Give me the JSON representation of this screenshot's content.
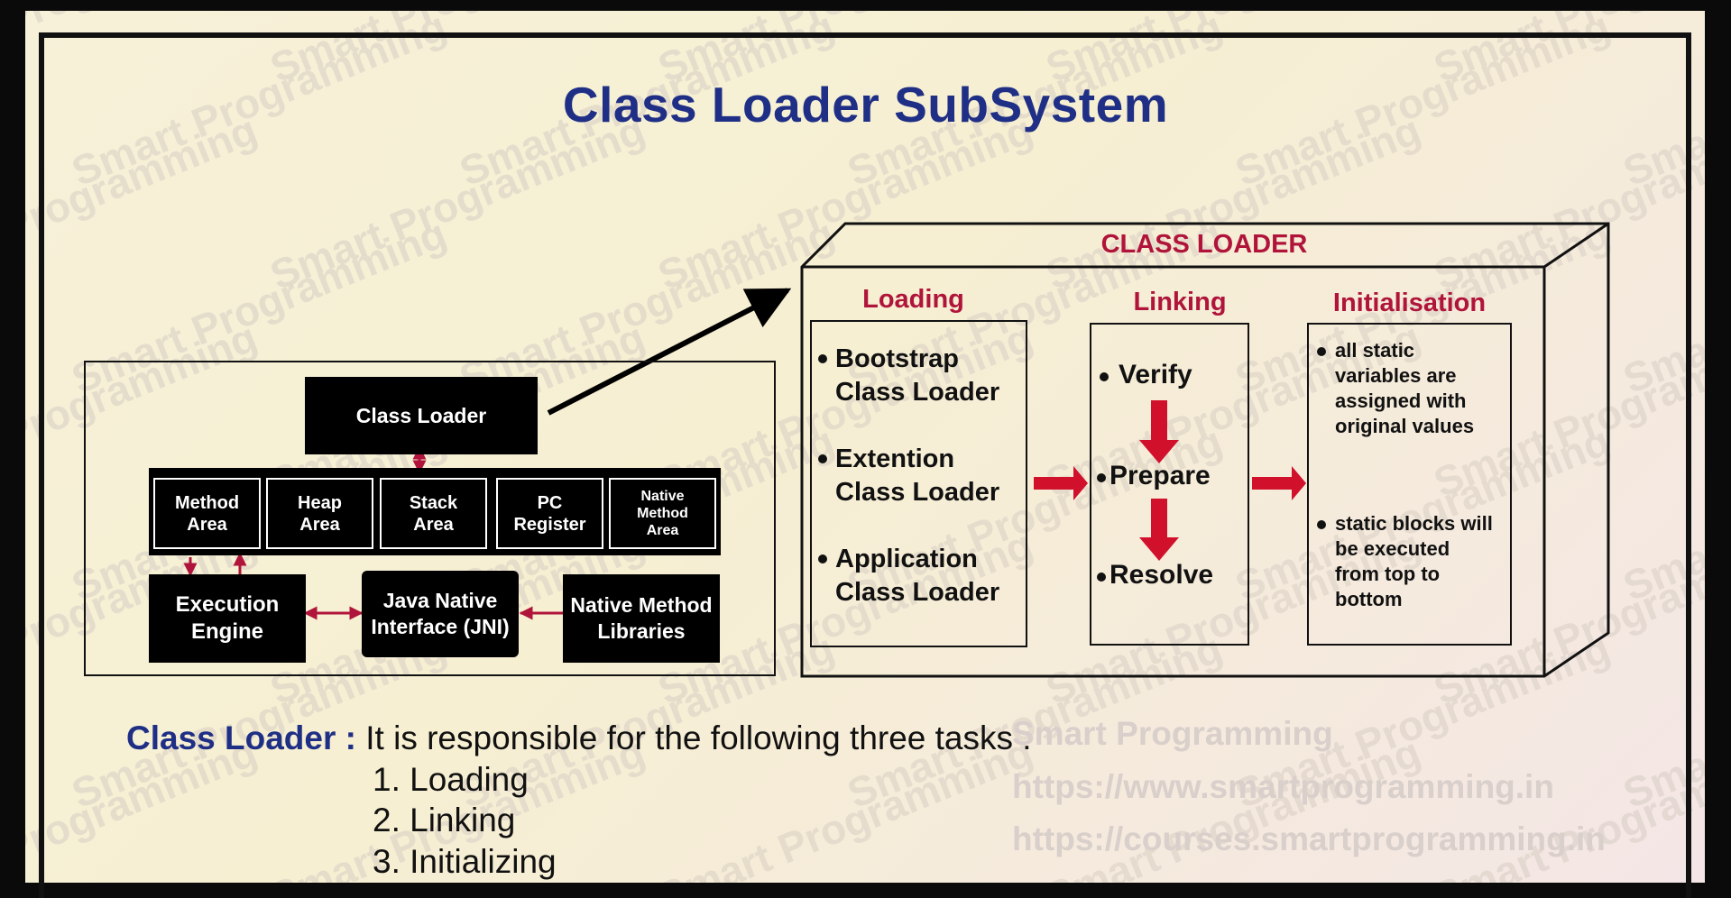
{
  "title": "Class Loader SubSystem",
  "jvm": {
    "class_loader": "Class Loader",
    "areas": [
      "Method\nArea",
      "Heap\nArea",
      "Stack\nArea",
      "PC\nRegister",
      "Native\nMethod\nArea"
    ],
    "execution_engine": "Execution\nEngine",
    "jni": "Java Native\nInterface (JNI)",
    "native_libraries": "Native Method\nLibraries"
  },
  "class_loader_box": {
    "heading": "CLASS LOADER",
    "loading": {
      "heading": "Loading",
      "items": [
        "Bootstrap\nClass Loader",
        "Extention\nClass Loader",
        "Application\nClass Loader"
      ]
    },
    "linking": {
      "heading": "Linking",
      "items": [
        "Verify",
        "Prepare",
        "Resolve"
      ]
    },
    "initialisation": {
      "heading": "Initialisation",
      "items": [
        "all static\nvariables are\nassigned with\noriginal values",
        "static blocks will\nbe executed\nfrom top to\nbottom"
      ]
    }
  },
  "description": {
    "label": "Class Loader :",
    "text": "It is responsible for the following three tasks :",
    "tasks": [
      "1. Loading",
      "2. Linking",
      "3. Initializing"
    ]
  },
  "watermark": {
    "brand": "Smart Programming",
    "urls": [
      "https://www.smartprogramming.in",
      "https://courses.smartprogramming.in"
    ]
  },
  "colors": {
    "title": "#1f2f86",
    "accent": "#b0143a",
    "box": "#000000",
    "background": "#f7f1d9"
  }
}
